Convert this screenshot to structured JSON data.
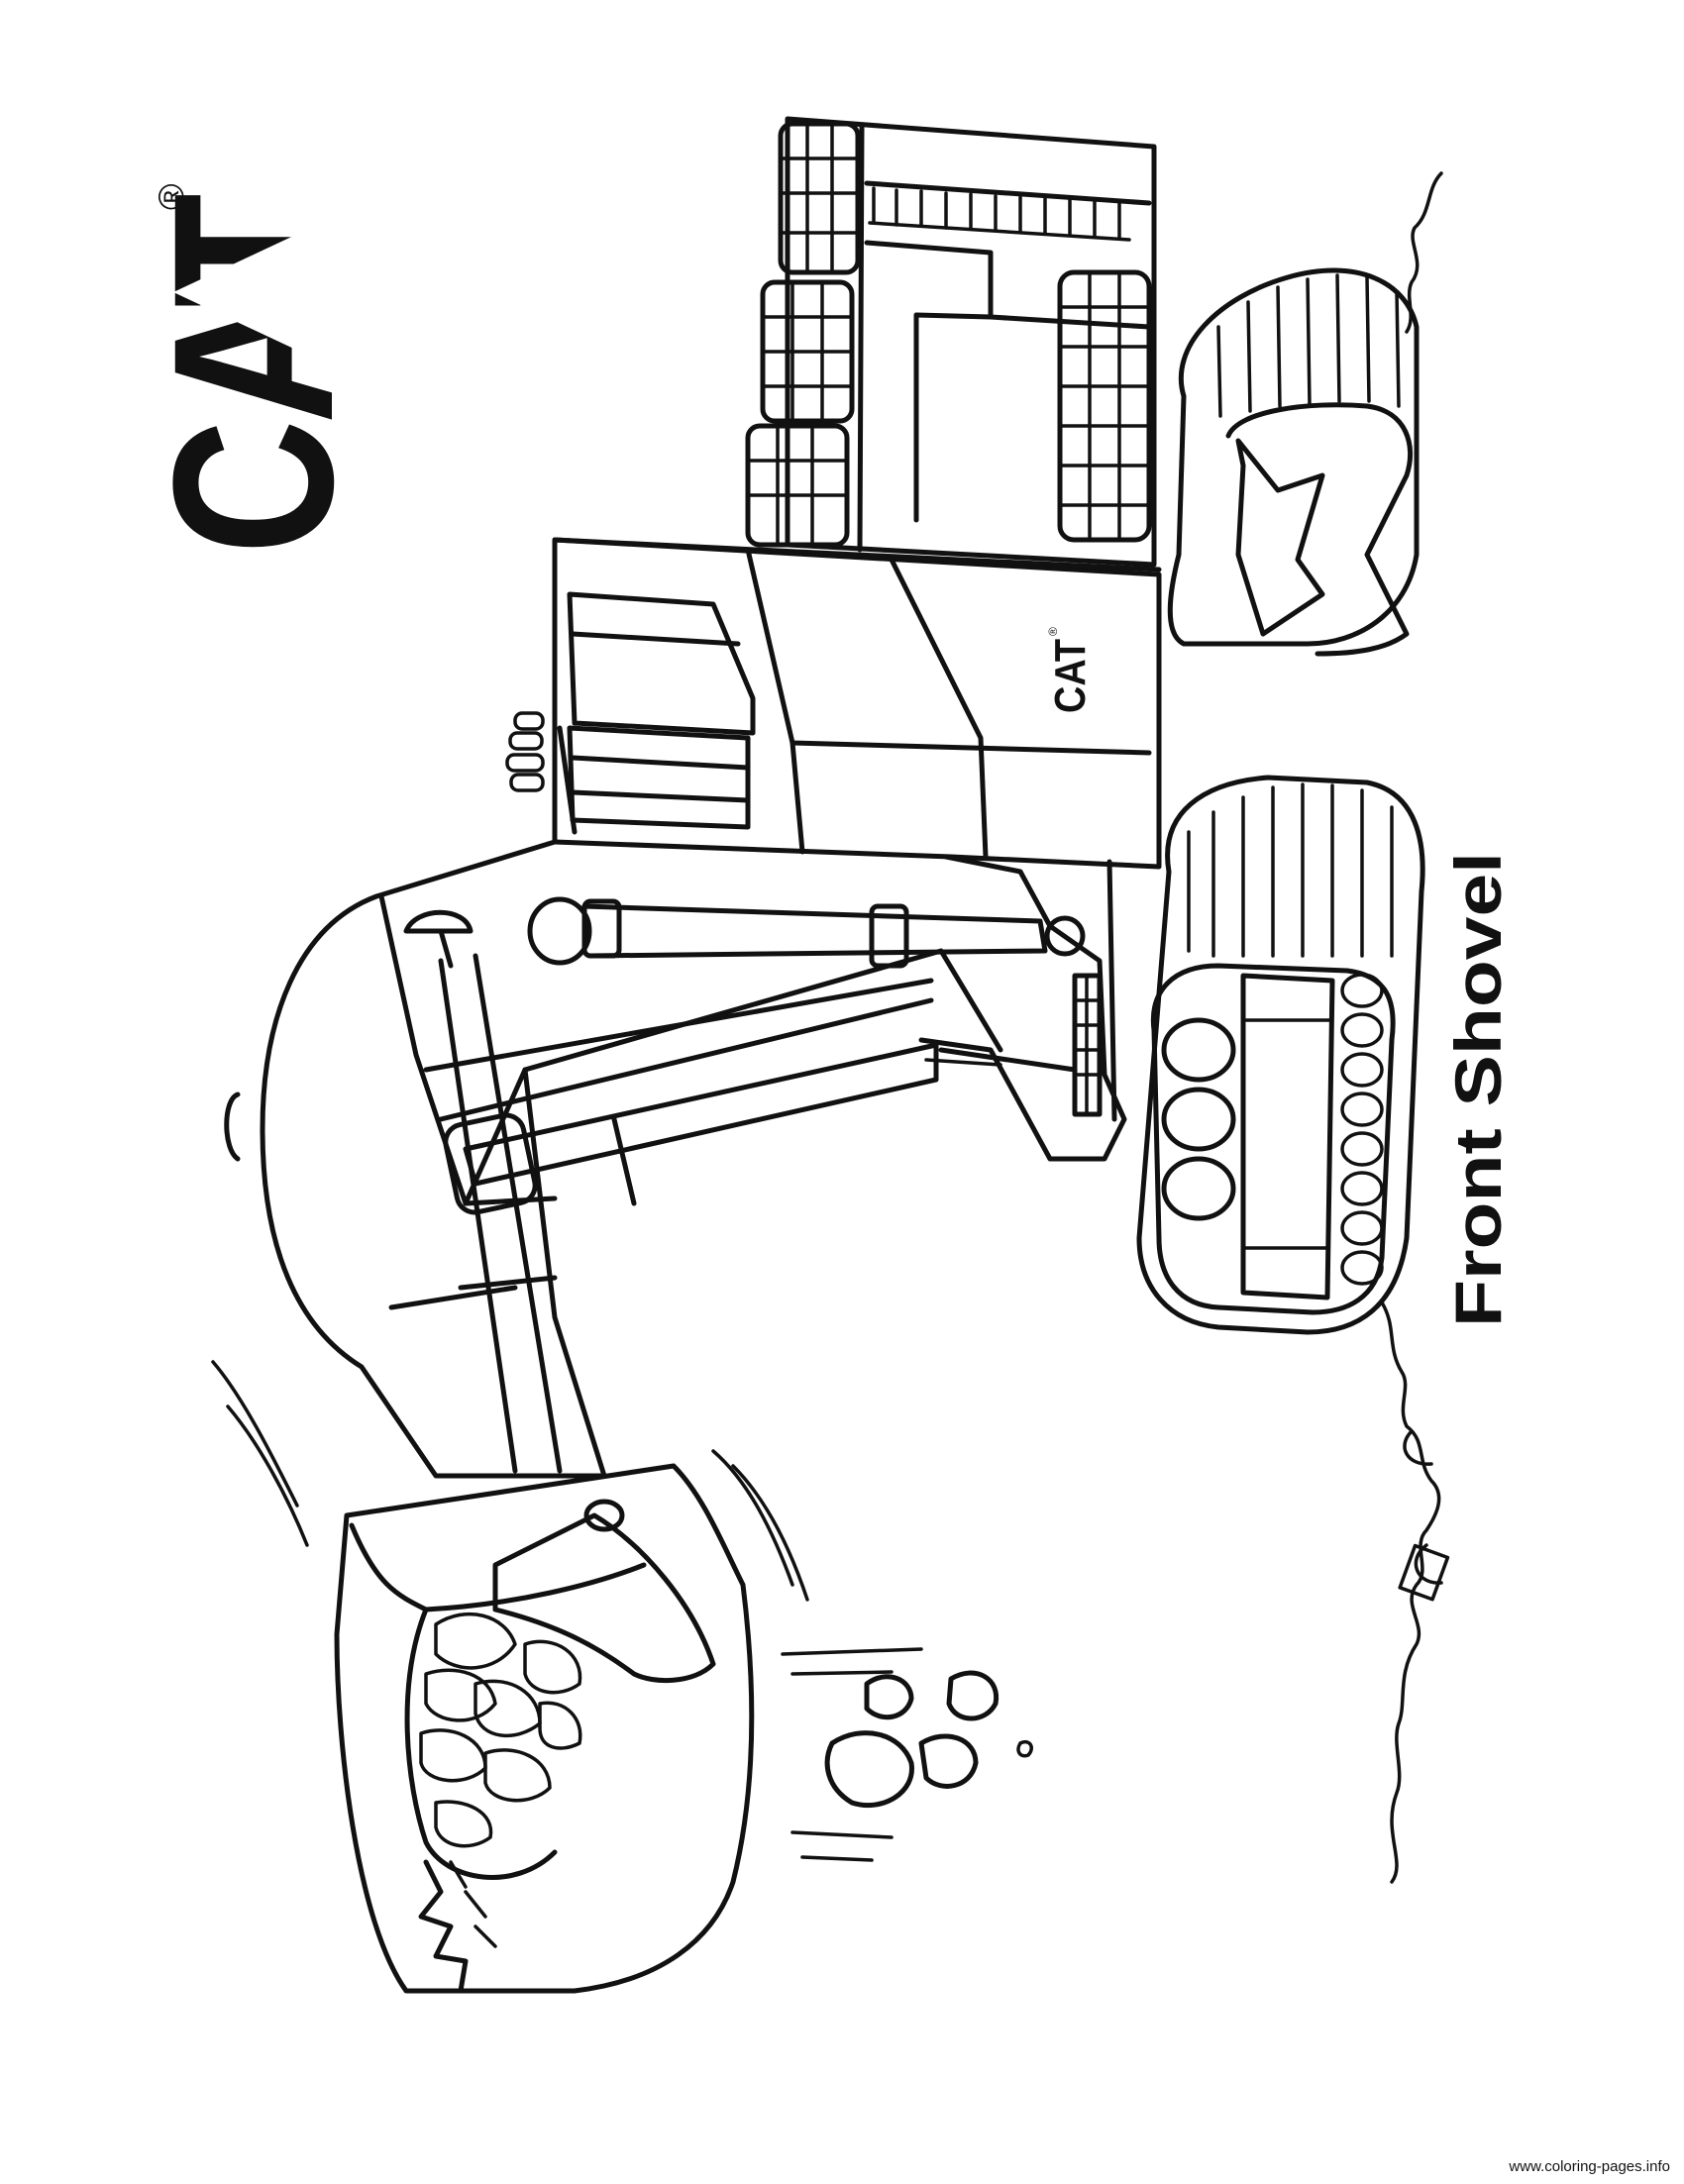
{
  "logo": {
    "text": "CAT",
    "registered": "®"
  },
  "machine_badge": {
    "text": "CAT",
    "registered": "®"
  },
  "caption": "Front Shovel",
  "footer": "www.coloring-pages.info",
  "colors": {
    "ink": "#111111",
    "paper": "#ffffff"
  }
}
